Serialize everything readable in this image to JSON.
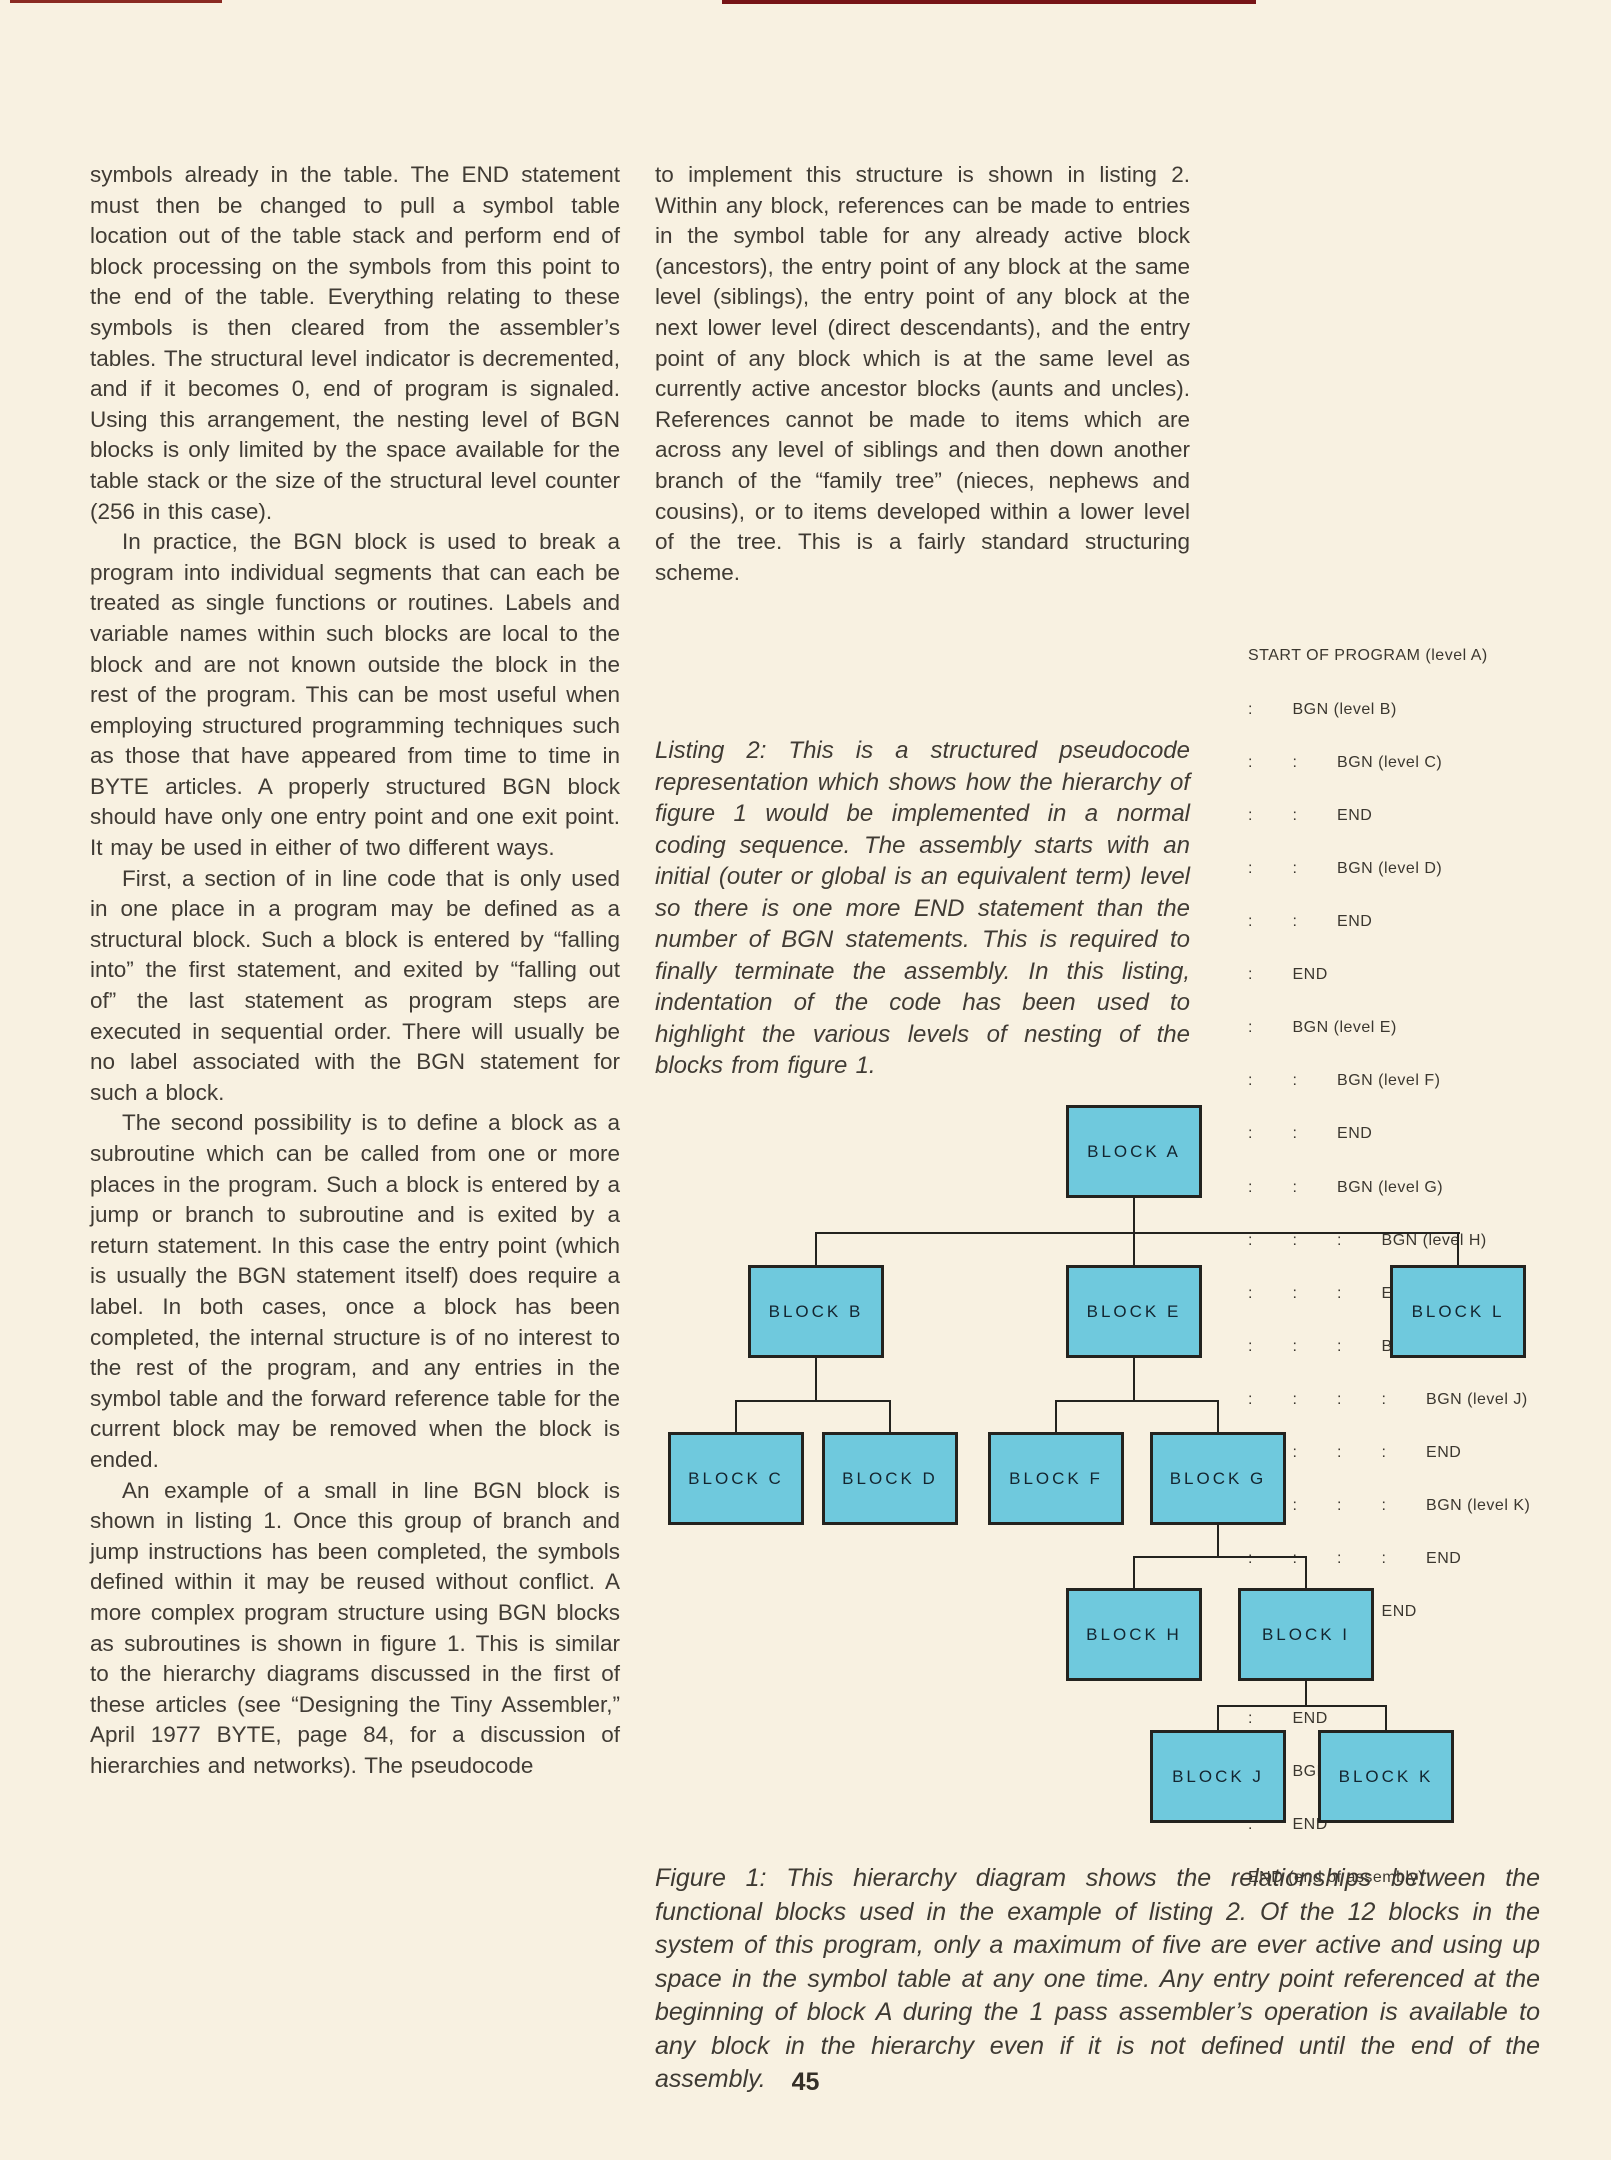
{
  "page": {
    "number": "45",
    "background": "#f8f1e1",
    "top_strip_color": "#771416"
  },
  "left_column": {
    "paragraphs": [
      "symbols already in the table. The END statement must then be changed to pull a symbol table location out of the table stack and perform end of block processing on the symbols from this point to the end of the table. Everything relating to these symbols is then cleared from the assembler’s tables. The structural level indicator is decremented, and if it becomes 0, end of program is signaled. Using this arrangement, the nesting level of BGN blocks is only limited by the space available for the table stack or the size of the structural level counter (256 in this case).",
      "In practice, the BGN block is used to break a program into individual segments that can each be treated as single functions or routines. Labels and variable names within such blocks are local to the block and are not known outside the block in the rest of the program. This can be most useful when employing structured programming techniques such as those that have appeared from time to time in BYTE articles. A properly structured BGN block should have only one entry point and one exit point. It may be used in either of two different ways.",
      "First, a section of in line code that is only used in one place in a program may be defined as a structural block. Such a block is entered by “falling into” the first statement, and exited by “falling out of” the last statement as program steps are executed in sequential order. There will usually be no label associated with the BGN statement for such a block.",
      "The second possibility is to define a block as a subroutine which can be called from one or more places in the program. Such a block is entered by a jump or branch to subroutine and is exited by a return statement. In this case the entry point (which is usually the BGN statement itself) does require a label. In both cases, once a block has been completed, the internal structure is of no interest to the rest of the program, and any entries in the symbol table and the forward reference table for the current block may be removed when the block is ended.",
      "An example of a small in line BGN block is shown in listing 1. Once this group of branch and jump instructions has been completed, the symbols defined within it may be reused without conflict. A more complex program structure using BGN blocks as subroutines is shown in figure 1. This is similar to the hierarchy diagrams discussed in the first of these articles (see “Designing the Tiny Assembler,” April 1977 BYTE, page 84, for a discussion of hierarchies and networks). The pseudocode"
    ]
  },
  "right_column": {
    "paragraphs": [
      "to implement this structure is shown in listing 2. Within any block, references can be made to entries in the symbol table for any already active block (ancestors), the entry point of any block at the same level (siblings), the entry point of any block at the next lower level (direct descendants), and the entry point of any block which is at the same level as currently active ancestor blocks (aunts and uncles). References cannot be made to items which are across any level of siblings and then down another branch of the “family tree” (nieces, nephews and cousins), or to items developed within a lower level of the tree. This is a fairly standard structuring scheme."
    ],
    "listing2_caption": "Listing 2: This is a structured pseudocode representation which shows how the hierarchy of figure 1 would be implemented in a normal coding sequence. The assembly starts with an initial (outer or global is an equivalent term) level so there is one more END statement than the number of BGN statements. This is required to finally terminate the assembly. In this listing, indentation of the code has been used to highlight the various levels of nesting of the blocks from figure 1."
  },
  "listing": {
    "lines": [
      "START OF PROGRAM (level A)",
      ":        BGN (level B)",
      ":        :        BGN (level C)",
      ":        :        END",
      ":        :        BGN (level D)",
      ":        :        END",
      ":        END",
      ":        BGN (level E)",
      ":        :        BGN (level F)",
      ":        :        END",
      ":        :        BGN (level G)",
      ":        :        :        BGN (level H)",
      ":        :        :        END",
      ":        :        :        BGN (level I)",
      ":        :        :        :        BGN (level J)",
      ":        :        :        :        END",
      ":        :        :        :        BGN (level K)",
      ":        :        :        :        END",
      ":        :        :        END",
      ":        :        END",
      ":        END",
      ":        BGN (level L)",
      ":        END",
      "END (end of assembly)"
    ]
  },
  "figure": {
    "caption": "Figure 1: This hierarchy diagram shows the relationships between the functional blocks used in the example of listing 2. Of the 12 blocks in the system of this program, only a maximum of five are ever active and using up space in the symbol table at any one time. Any entry point referenced at the beginning of block A during the 1 pass assembler’s operation is available to any block in the hierarchy even if it is not defined until the end of the assembly.",
    "box_fill": "#6fc9dd",
    "box_border": "#24231f",
    "nodes": [
      {
        "id": "A",
        "label": "BLOCK A",
        "parent": null
      },
      {
        "id": "B",
        "label": "BLOCK B",
        "parent": "A"
      },
      {
        "id": "E",
        "label": "BLOCK E",
        "parent": "A"
      },
      {
        "id": "L",
        "label": "BLOCK L",
        "parent": "A"
      },
      {
        "id": "C",
        "label": "BLOCK C",
        "parent": "B"
      },
      {
        "id": "D",
        "label": "BLOCK D",
        "parent": "B"
      },
      {
        "id": "F",
        "label": "BLOCK F",
        "parent": "E"
      },
      {
        "id": "G",
        "label": "BLOCK G",
        "parent": "E"
      },
      {
        "id": "H",
        "label": "BLOCK H",
        "parent": "G"
      },
      {
        "id": "I",
        "label": "BLOCK I",
        "parent": "G"
      },
      {
        "id": "J",
        "label": "BLOCK J",
        "parent": "I"
      },
      {
        "id": "K",
        "label": "BLOCK K",
        "parent": "I"
      }
    ]
  }
}
